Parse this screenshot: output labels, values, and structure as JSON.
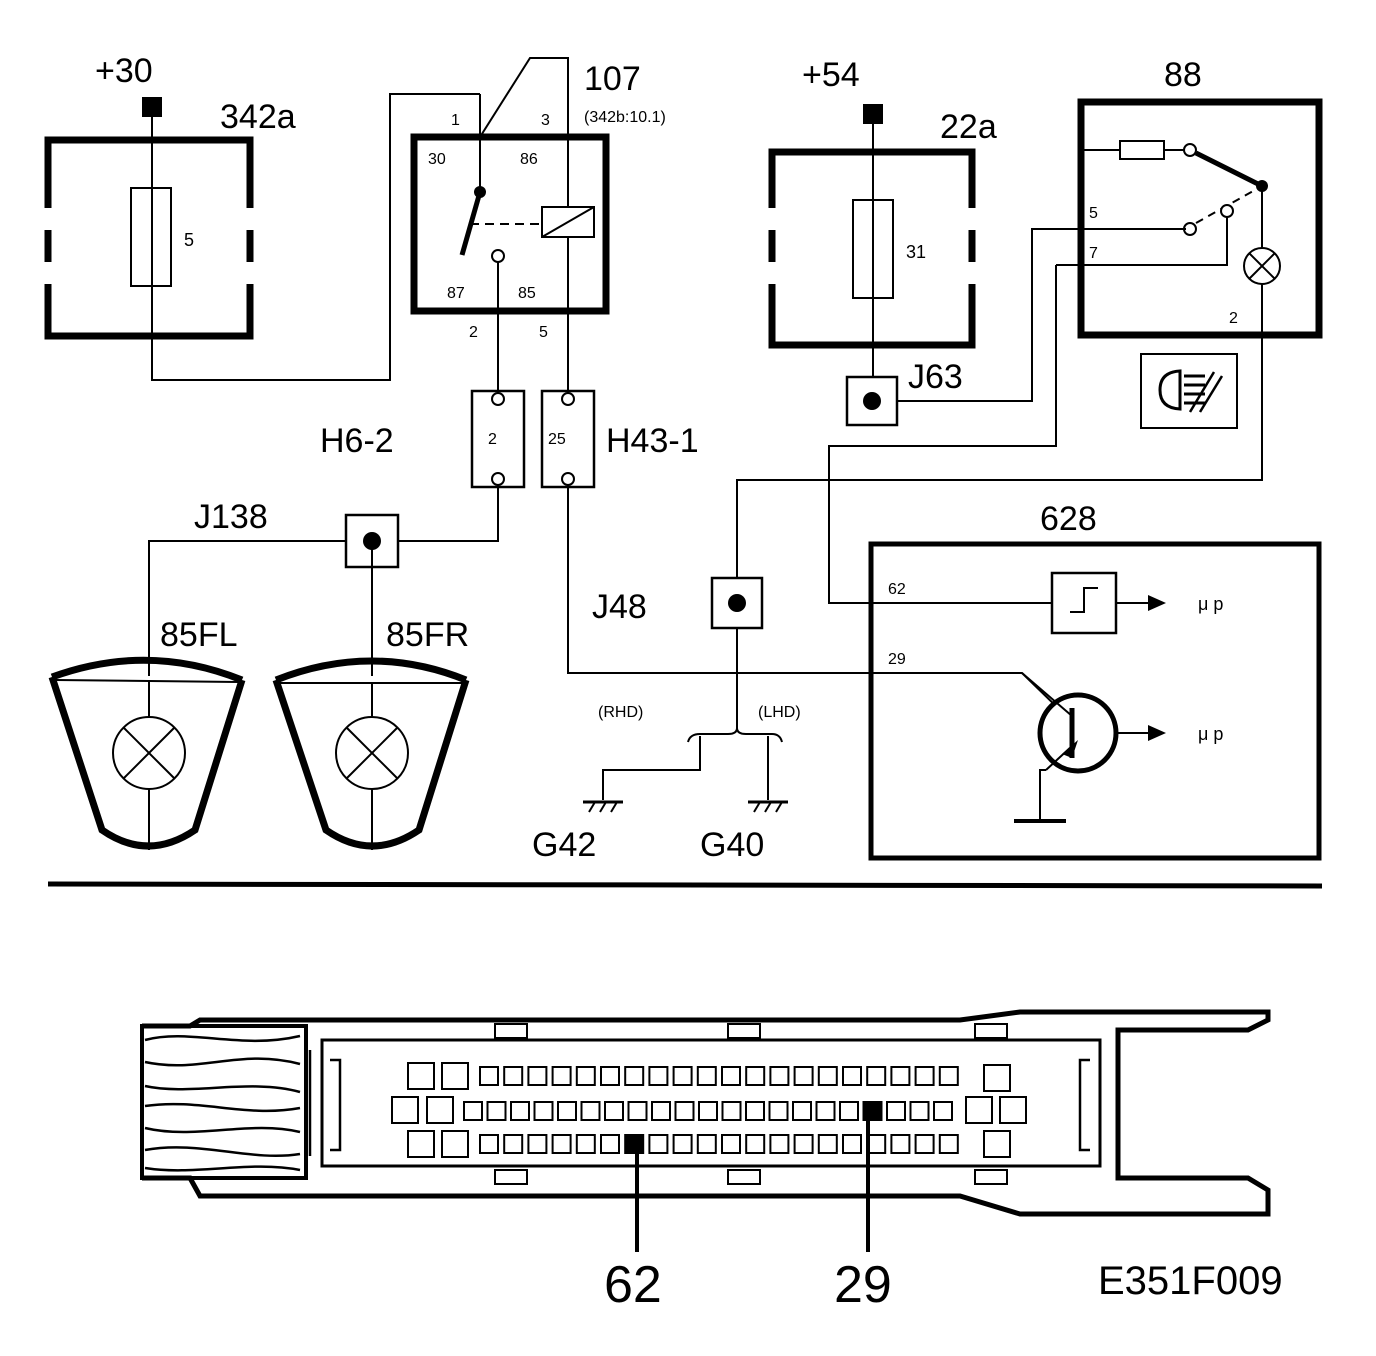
{
  "labels": {
    "terminal_30": "+30",
    "fuse_342a": "342a",
    "fuse_342a_num": "5",
    "relay_107": "107",
    "relay_107_ref": "(342b:10.1)",
    "relay_pin_1": "1",
    "relay_pin_3": "3",
    "relay_pin_30": "30",
    "relay_pin_86": "86",
    "relay_pin_87": "87",
    "relay_pin_85": "85",
    "relay_pin_2": "2",
    "relay_pin_5": "5",
    "terminal_54": "+54",
    "fuse_22a": "22a",
    "fuse_22a_num": "31",
    "switch_88": "88",
    "switch_pin_5": "5",
    "switch_pin_7": "7",
    "switch_pin_2": "2",
    "junction_j63": "J63",
    "connector_h6_2": "H6-2",
    "connector_h6_2_pin": "2",
    "connector_h43_1": "H43-1",
    "connector_h43_1_pin": "25",
    "junction_j138": "J138",
    "junction_j48": "J48",
    "ecu_628": "628",
    "ecu_pin_62": "62",
    "ecu_pin_29": "29",
    "ecu_out_1": "μ p",
    "ecu_out_2": "μ p",
    "lamp_85fl": "85FL",
    "lamp_85fr": "85FR",
    "rhd": "(RHD)",
    "lhd": "(LHD)",
    "ground_g42": "G42",
    "ground_g40": "G40",
    "connector_pin_62": "62",
    "connector_pin_29": "29",
    "figure_code": "E351F009"
  }
}
